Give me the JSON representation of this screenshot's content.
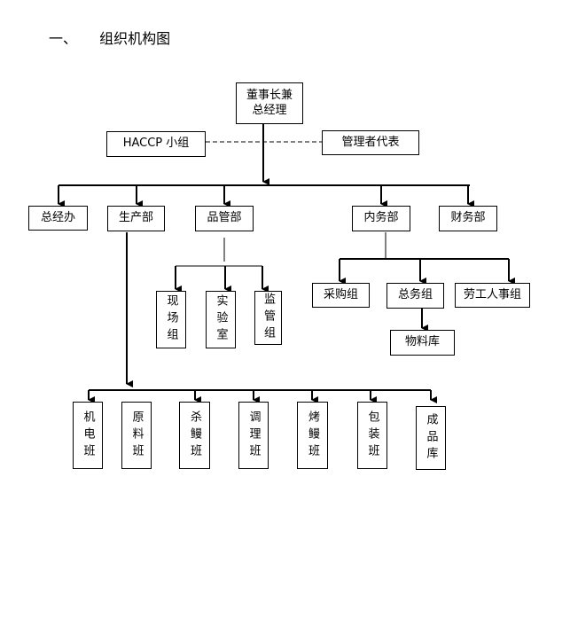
{
  "heading": {
    "number": "一、",
    "title": "组织机构图"
  },
  "top": {
    "line1": "董事长兼",
    "line2": "总经理"
  },
  "haccp": "HACCP 小组",
  "rep": "管理者代表",
  "depts": [
    "总经办",
    "生产部",
    "品管部",
    "内务部",
    "财务部"
  ],
  "qc_groups": [
    "现场组",
    "实验室",
    "监管组"
  ],
  "inner_groups": [
    "采购组",
    "总务组",
    "劳工人事组"
  ],
  "warehouse": "物料库",
  "prod_teams": [
    "机电班",
    "原料班",
    "杀鳗班",
    "调理班",
    "烤鳗班",
    "包装班",
    "成品库"
  ]
}
